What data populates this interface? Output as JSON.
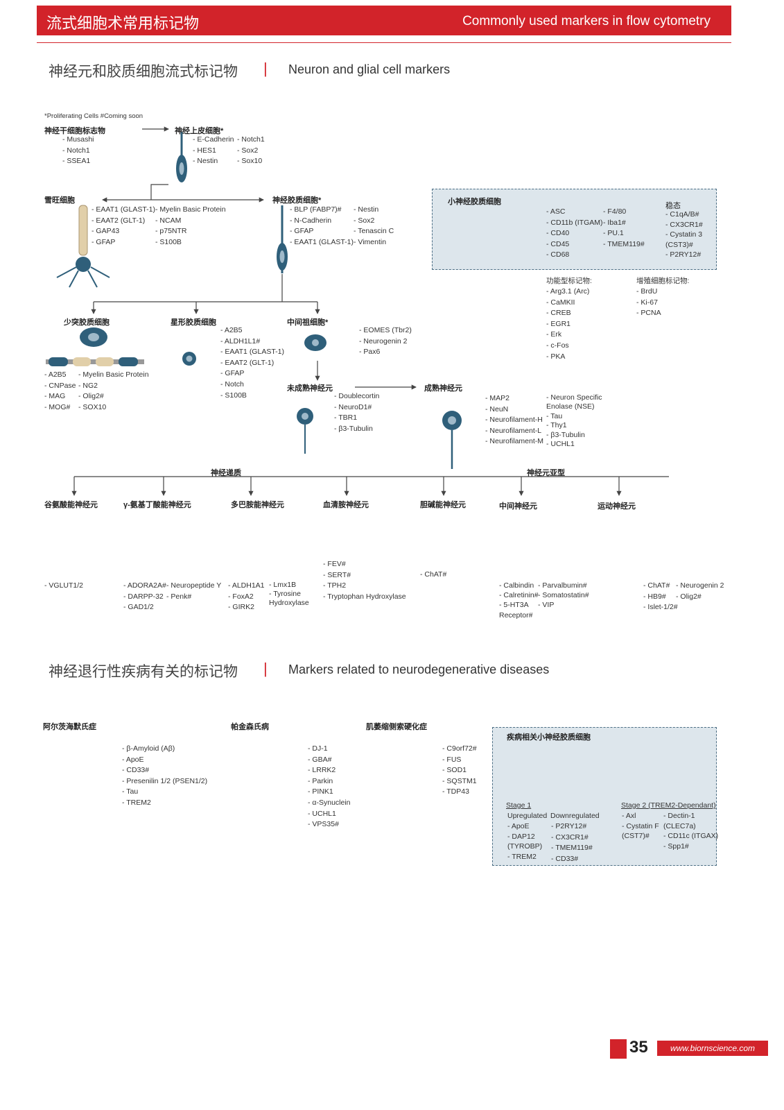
{
  "header": {
    "title_cn": "流式细胞术常用标记物",
    "title_en": "Commonly used markers in flow cytometry"
  },
  "section1": {
    "title_cn": "神经元和胶质细胞流式标记物",
    "title_en": "Neuron and glial cell markers"
  },
  "legend_note": "*Proliferating Cells  #Coming soon",
  "stem": {
    "label": "神经干细胞标志物",
    "items": [
      "- Musashi",
      "- Notch1",
      "- SSEA1"
    ]
  },
  "neuroepithelial": {
    "label": "神经上皮细胞*",
    "col1": [
      "- E-Cadherin",
      "- HES1",
      "- Nestin"
    ],
    "col2": [
      "- Notch1",
      "- Sox2",
      "- Sox10"
    ]
  },
  "schwann": {
    "label": "雪旺细胞",
    "col1": [
      "- EAAT1 (GLAST-1)",
      "- EAAT2 (GLT-1)",
      "- GAP43",
      "- GFAP"
    ],
    "col2": [
      "- Myelin Basic Protein",
      "- NCAM",
      "- p75NTR",
      "- S100B"
    ]
  },
  "glial_prog": {
    "label": "神经胶质细胞*",
    "col1": [
      "- BLP (FABP7)#",
      "- N-Cadherin",
      "- GFAP",
      "- EAAT1 (GLAST-1)"
    ],
    "col2": [
      "- Nestin",
      "- Sox2",
      "- Tenascin C",
      "- Vimentin"
    ]
  },
  "microglia": {
    "label": "小神经胶质细胞",
    "col1": [
      "- ASC",
      "- CD11b (ITGAM)",
      "- CD40",
      "- CD45",
      "- CD68"
    ],
    "col2": [
      "- F4/80",
      "- Iba1#",
      "- PU.1",
      "- TMEM119#"
    ],
    "steady_label": "稳态",
    "steady": [
      "- C1qA/B#",
      "- CX3CR1#",
      "- Cystatin 3",
      "  (CST3)#",
      "- P2RY12#"
    ]
  },
  "functional": {
    "label": "功能型标记物:",
    "items": [
      "- Arg3.1 (Arc)",
      "- CaMKII",
      "- CREB",
      "- EGR1",
      "- Erk",
      "- c-Fos",
      "- PKA"
    ]
  },
  "proliferation": {
    "label": "增殖细胞标记物:",
    "items": [
      "- BrdU",
      "- Ki-67",
      "- PCNA"
    ]
  },
  "oligodendrocyte": {
    "label": "少突胶质细胞",
    "col1": [
      "- A2B5",
      "- CNPase",
      "- MAG",
      "- MOG#"
    ],
    "col2": [
      "- Myelin Basic Protein",
      "- NG2",
      "- Olig2#",
      "- SOX10"
    ]
  },
  "astrocyte": {
    "label": "星形胶质细胞",
    "items": [
      "- A2B5",
      "- ALDH1L1#",
      "- EAAT1 (GLAST-1)",
      "- EAAT2 (GLT-1)",
      "- GFAP",
      "- Notch",
      "- S100B"
    ]
  },
  "intermediate_prog": {
    "label": "中间祖细胞*",
    "items": [
      "- EOMES (Tbr2)",
      "- Neurogenin 2",
      "- Pax6"
    ]
  },
  "immature": {
    "label": "未成熟神经元",
    "items": [
      "- Doublecortin",
      "- NeuroD1#",
      "- TBR1",
      "- β3-Tubulin"
    ]
  },
  "mature": {
    "label": "成熟神经元",
    "col1": [
      "- MAP2",
      "- NeuN",
      "- Neurofilament-H",
      "- Neurofilament-L",
      "- Neurofilament-M"
    ],
    "col2": [
      "- Neuron Specific",
      "  Enolase (NSE)",
      "- Tau",
      "- Thy1",
      "- β3-Tubulin",
      "- UCHL1"
    ]
  },
  "neurotransmitter_label": "神经递质",
  "subtype_label": "神经元亚型",
  "glutamatergic": {
    "label": "谷氨酸能神经元",
    "items": [
      "- VGLUT1/2"
    ]
  },
  "gaba": {
    "label": "γ-氨基丁酸能神经元",
    "col1": [
      "- ADORA2A#",
      "- DARPP-32",
      "- GAD1/2"
    ],
    "col2": [
      "- Neuropeptide Y",
      "- Penk#"
    ]
  },
  "dopaminergic": {
    "label": "多巴胺能神经元",
    "col1": [
      "- ALDH1A1",
      "- FoxA2",
      "- GIRK2"
    ],
    "col2": [
      "- Lmx1B",
      "- Tyrosine",
      "  Hydroxylase"
    ]
  },
  "serotonergic": {
    "label": "血清胺神经元",
    "items": [
      "- FEV#",
      "- SERT#",
      "- TPH2",
      "- Tryptophan Hydroxylase"
    ]
  },
  "cholinergic": {
    "label": "胆碱能神经元",
    "items": [
      "- ChAT#"
    ]
  },
  "interneuron": {
    "label": "中间神经元",
    "col1": [
      "- Calbindin",
      "- Calretinin#",
      "- 5-HT3A",
      "  Receptor#"
    ],
    "col2": [
      "- Parvalbumin#",
      "- Somatostatin#",
      "- VIP"
    ]
  },
  "motor": {
    "label": "运动神经元",
    "col1": [
      "- ChAT#",
      "- HB9#",
      "- Islet-1/2#"
    ],
    "col2": [
      "- Neurogenin 2",
      "- Olig2#"
    ]
  },
  "section2": {
    "title_cn": "神经退行性疾病有关的标记物",
    "title_en": "Markers related to neurodegenerative diseases"
  },
  "alzheimer": {
    "label": "阿尔茨海默氏症",
    "items": [
      "- β-Amyloid (Aβ)",
      "- ApoE",
      "- CD33#",
      "- Presenilin 1/2 (PSEN1/2)",
      "- Tau",
      "- TREM2"
    ]
  },
  "parkinson": {
    "label": "帕金森氏病",
    "items": [
      "- DJ-1",
      "- GBA#",
      "- LRRK2",
      "- Parkin",
      "- PINK1",
      "- α-Synuclein",
      "- UCHL1",
      "- VPS35#"
    ]
  },
  "als": {
    "label": "肌萎缩侧索硬化症",
    "items": [
      "- C9orf72#",
      "- FUS",
      "- SOD1",
      "- SQSTM1",
      "- TDP43"
    ]
  },
  "dam": {
    "label": "疾病相关小神经胶质细胞",
    "stage1": "Stage 1",
    "stage2": "Stage 2 (TREM2-Dependant)",
    "up_label": "Upregulated",
    "up": [
      "- ApoE",
      "- DAP12",
      "  (TYROBP)",
      "- TREM2"
    ],
    "down_label": "Downregulated",
    "down": [
      "- P2RY12#",
      "- CX3CR1#",
      "- TMEM119#",
      "- CD33#"
    ],
    "s2col1": [
      "- Axl",
      "- Cystatin F",
      "  (CST7)#"
    ],
    "s2col2": [
      "- Dectin-1",
      "  (CLEC7a)",
      "- CD11c (ITGAX)",
      "- Spp1#"
    ]
  },
  "footer": {
    "page": "35",
    "url": "www.biornscience.com"
  },
  "colors": {
    "brand": "#d2232a",
    "cell": "#2f5f7a",
    "cell_light": "#9fb9c9",
    "myelin": "#e1cfa9",
    "box": "#dde6ec"
  }
}
